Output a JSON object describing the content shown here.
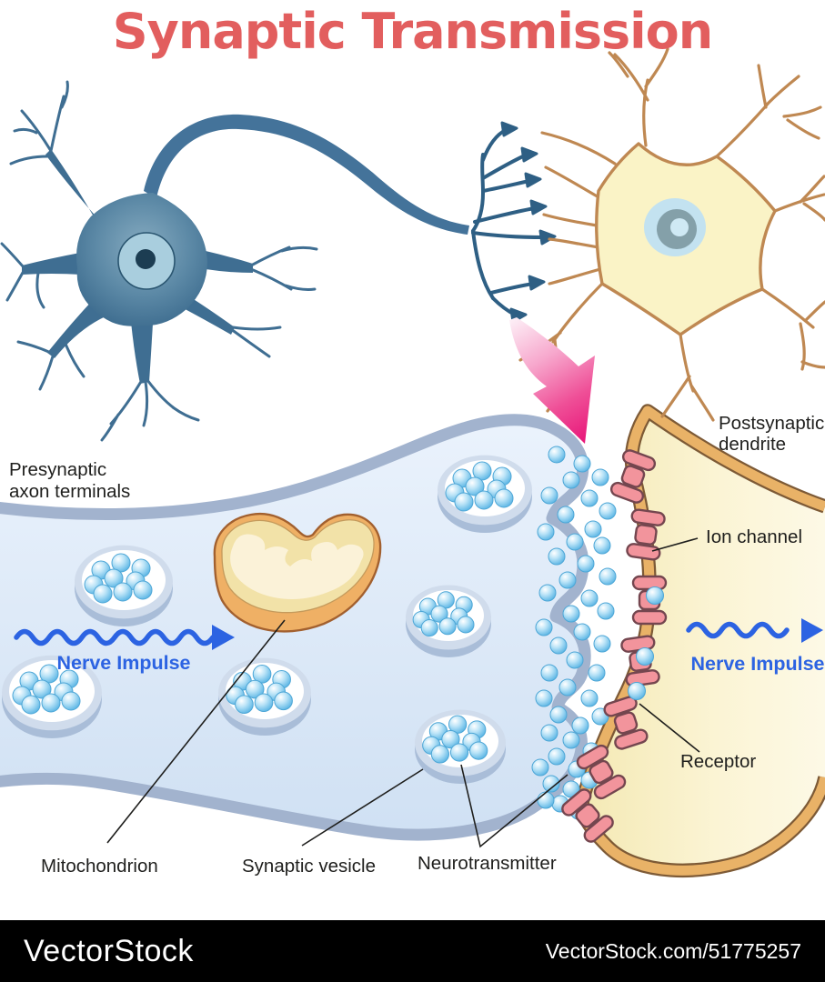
{
  "title": "Synaptic Transmission",
  "labels": {
    "presynaptic_line1": "Presynaptic",
    "presynaptic_line2": "axon terminals",
    "postsynaptic_line1": "Postsynaptic",
    "postsynaptic_line2": "dendrite",
    "ion_channel": "Ion channel",
    "receptor": "Receptor",
    "mitochondrion": "Mitochondrion",
    "synaptic_vesicle": "Synaptic vesicle",
    "neurotransmitter": "Neurotransmitter",
    "nerve_impulse_left": "Nerve Impulse",
    "nerve_impulse_right": "Nerve Impulse"
  },
  "footer": {
    "brand": "VectorStock",
    "credit": "VectorStock.com/51775257"
  },
  "colors": {
    "title_red": "#e25e5e",
    "impulse_blue": "#2c63e2",
    "label_black": "#1f1f1d",
    "presynaptic_fill": "#dfeafb",
    "presynaptic_membrane": "#a2b3ce",
    "postsynaptic_fill": "#faf3d2",
    "postsynaptic_membrane": "#e9b267",
    "membrane_outline": "#7d5a36",
    "ion_channel_pink": "#f2949c",
    "neurotransmitter_blue": "#58b4e4",
    "mitochondrion_orange": "#efb065",
    "mitochondrion_matrix": "#f2e2a8",
    "arrow_pink": "#e8187a",
    "presynaptic_neuron_blue": "#47789c",
    "postsynaptic_neuron_fill": "#faf3c6",
    "postsynaptic_neuron_outline": "#bf8852",
    "footer_bg": "#000000",
    "footer_text": "#ffffff"
  }
}
